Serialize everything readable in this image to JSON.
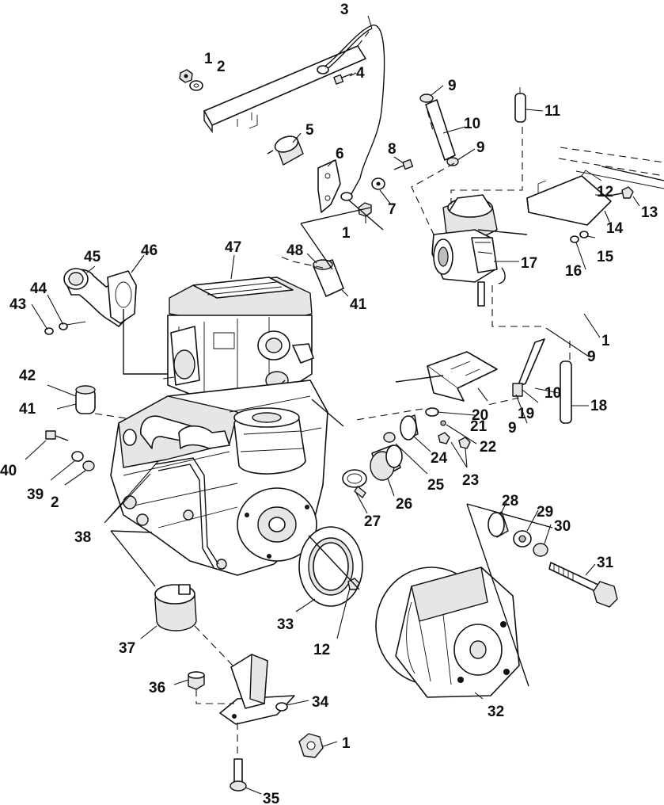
{
  "callouts": [
    {
      "id": "c-1a",
      "text": "1"
    },
    {
      "id": "c-2a",
      "text": "2"
    },
    {
      "id": "c-3",
      "text": "3"
    },
    {
      "id": "c-4",
      "text": "4"
    },
    {
      "id": "c-5",
      "text": "5"
    },
    {
      "id": "c-6",
      "text": "6"
    },
    {
      "id": "c-7",
      "text": "7"
    },
    {
      "id": "c-8",
      "text": "8"
    },
    {
      "id": "c-1b",
      "text": "1"
    },
    {
      "id": "c-9a",
      "text": "9"
    },
    {
      "id": "c-10a",
      "text": "10"
    },
    {
      "id": "c-9b",
      "text": "9"
    },
    {
      "id": "c-11",
      "text": "11"
    },
    {
      "id": "c-12a",
      "text": "12"
    },
    {
      "id": "c-13",
      "text": "13"
    },
    {
      "id": "c-14",
      "text": "14"
    },
    {
      "id": "c-15",
      "text": "15"
    },
    {
      "id": "c-16",
      "text": "16"
    },
    {
      "id": "c-17",
      "text": "17"
    },
    {
      "id": "c-45",
      "text": "45"
    },
    {
      "id": "c-46",
      "text": "46"
    },
    {
      "id": "c-47",
      "text": "47"
    },
    {
      "id": "c-48",
      "text": "48"
    },
    {
      "id": "c-44",
      "text": "44"
    },
    {
      "id": "c-43",
      "text": "43"
    },
    {
      "id": "c-41a",
      "text": "41"
    },
    {
      "id": "c-1c",
      "text": "1"
    },
    {
      "id": "c-9c",
      "text": "9"
    },
    {
      "id": "c-42",
      "text": "42"
    },
    {
      "id": "c-41b",
      "text": "41"
    },
    {
      "id": "c-10b",
      "text": "10"
    },
    {
      "id": "c-18",
      "text": "18"
    },
    {
      "id": "c-21",
      "text": "21"
    },
    {
      "id": "c-20",
      "text": "20"
    },
    {
      "id": "c-19",
      "text": "19"
    },
    {
      "id": "c-9d",
      "text": "9"
    },
    {
      "id": "c-22",
      "text": "22"
    },
    {
      "id": "c-24",
      "text": "24"
    },
    {
      "id": "c-23",
      "text": "23"
    },
    {
      "id": "c-40",
      "text": "40"
    },
    {
      "id": "c-39",
      "text": "39"
    },
    {
      "id": "c-2b",
      "text": "2"
    },
    {
      "id": "c-25",
      "text": "25"
    },
    {
      "id": "c-26",
      "text": "26"
    },
    {
      "id": "c-27",
      "text": "27"
    },
    {
      "id": "c-28",
      "text": "28"
    },
    {
      "id": "c-29",
      "text": "29"
    },
    {
      "id": "c-30",
      "text": "30"
    },
    {
      "id": "c-38",
      "text": "38"
    },
    {
      "id": "c-31",
      "text": "31"
    },
    {
      "id": "c-33",
      "text": "33"
    },
    {
      "id": "c-12b",
      "text": "12"
    },
    {
      "id": "c-37",
      "text": "37"
    },
    {
      "id": "c-36",
      "text": "36"
    },
    {
      "id": "c-34",
      "text": "34"
    },
    {
      "id": "c-32",
      "text": "32"
    },
    {
      "id": "c-1d",
      "text": "1"
    },
    {
      "id": "c-35",
      "text": "35"
    }
  ]
}
